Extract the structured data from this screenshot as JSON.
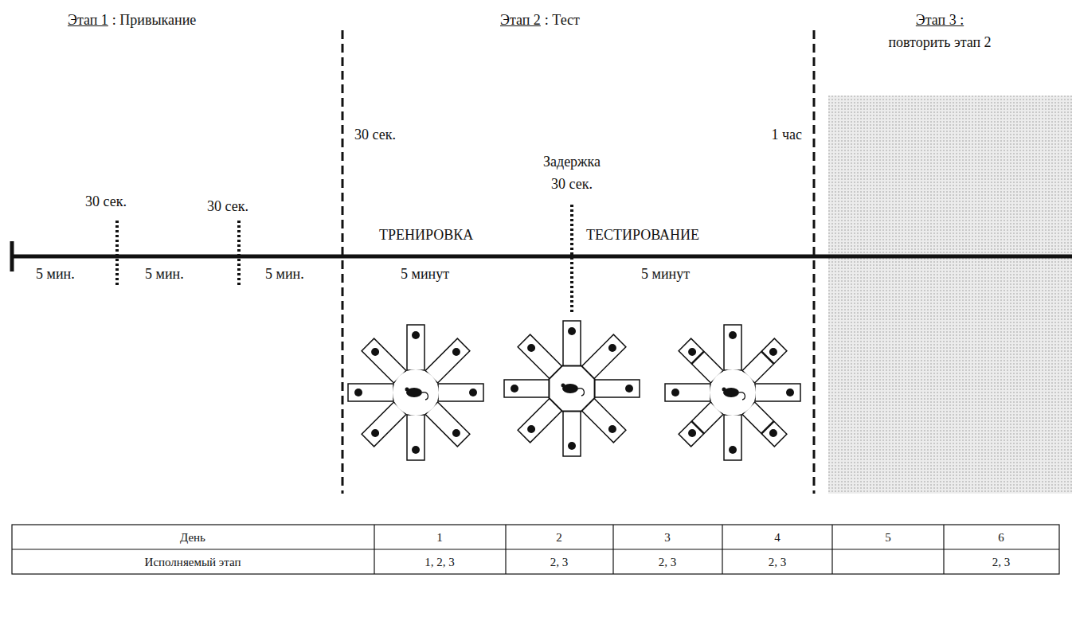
{
  "diagram": {
    "labels": [
      "Этап 1",
      ": Привыкание",
      "Этап 2",
      ": Тест",
      "Этап 3 :",
      "повторить этап 2",
      "30 сек.",
      "1 час",
      "Задержка",
      "30 сек.",
      "30 сек.",
      "30 сек.",
      "ТРЕНИРОВКА",
      "ТЕСТИРОВАНИЕ",
      "5 мин.",
      "5 мин.",
      "5 мин.",
      "5 минут",
      "5 минут",
      "День",
      "1",
      "2",
      "3",
      "4",
      "5",
      "6",
      "Исполняемый этап",
      "1, 2, 3",
      "2, 3",
      "2, 3",
      "2, 3",
      "2, 3"
    ]
  }
}
